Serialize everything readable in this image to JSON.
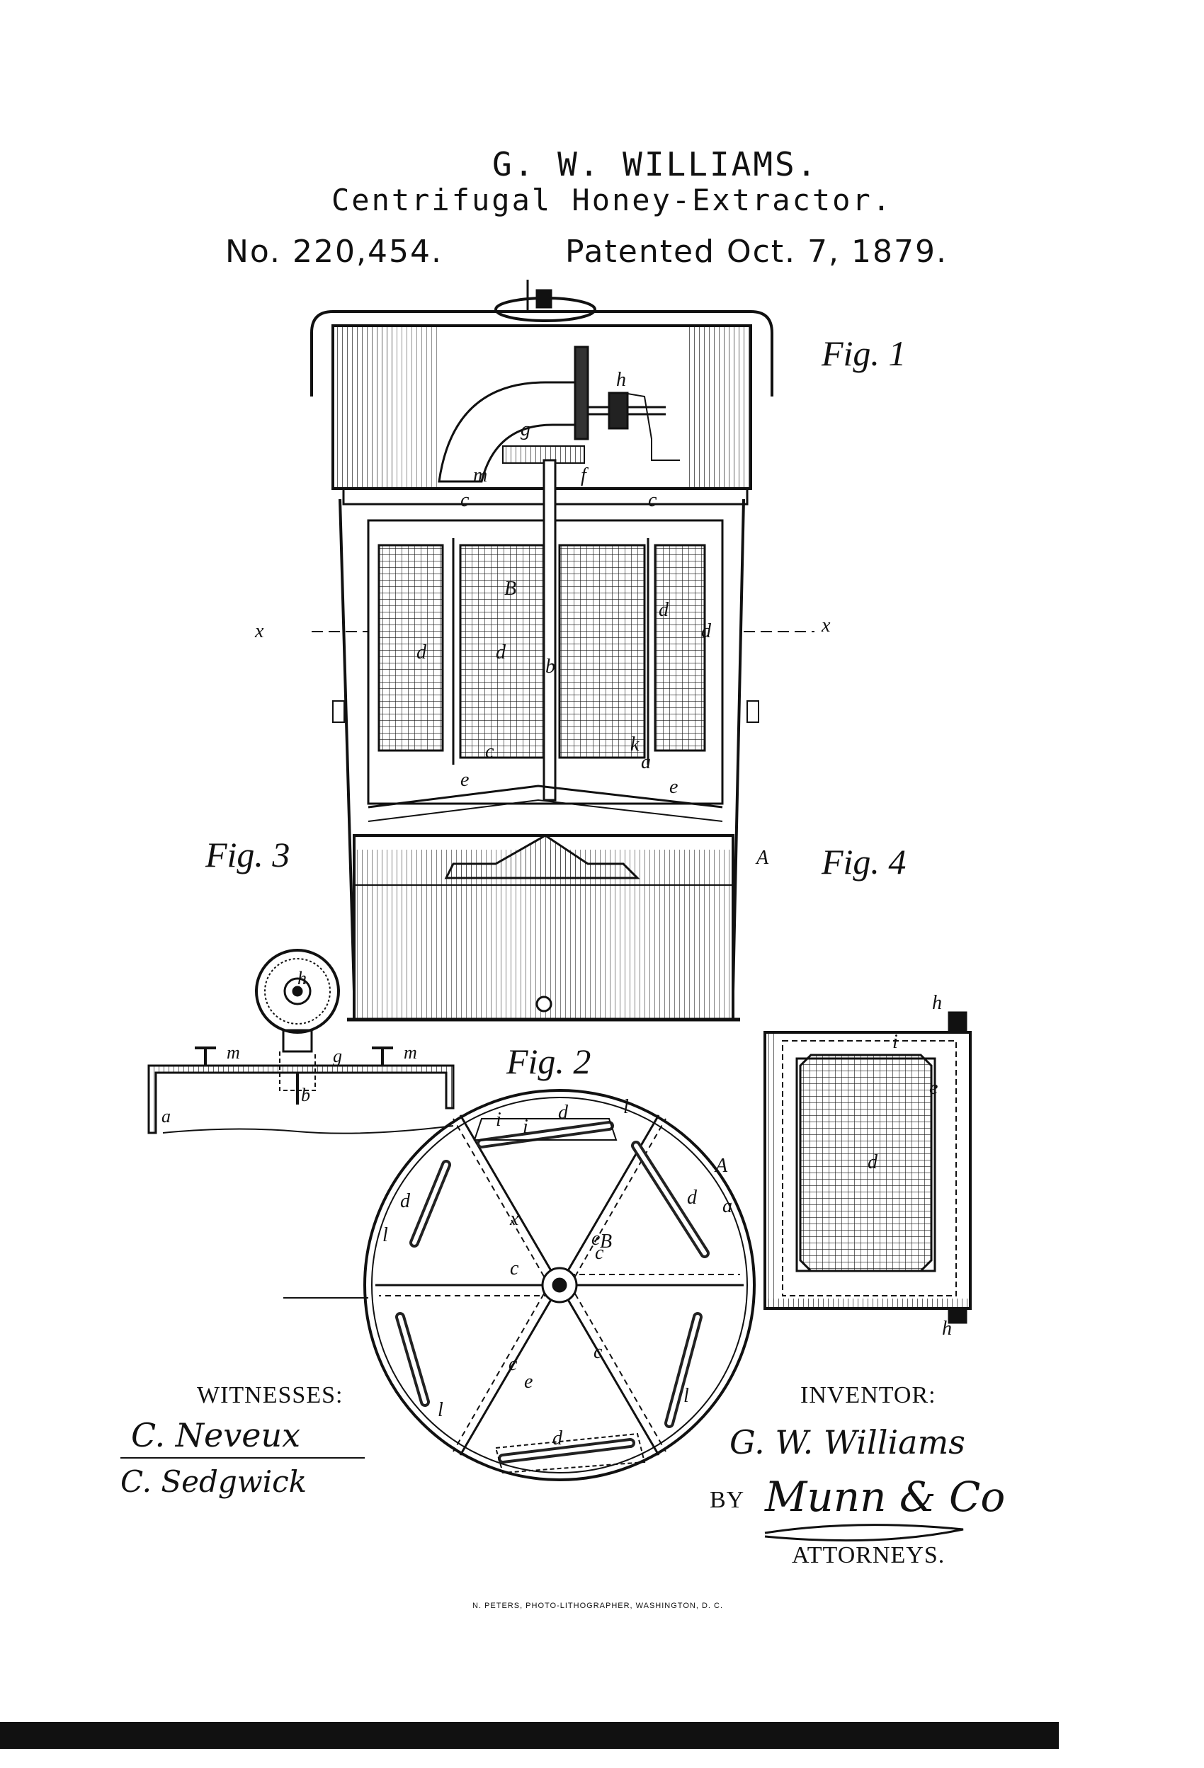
{
  "header": {
    "inventor_name": "G. W. WILLIAMS.",
    "title": "Centrifugal Honey-Extractor.",
    "patent_number": "No. 220,454.",
    "patent_date": "Patented Oct. 7, 1879."
  },
  "figures": {
    "fig1": "Fig. 1",
    "fig2": "Fig. 2",
    "fig3": "Fig. 3",
    "fig4": "Fig. 4"
  },
  "witnesses": {
    "heading": "WITNESSES:",
    "names": [
      "C. Neveux",
      "C. Sedgwick"
    ]
  },
  "inventor": {
    "heading": "INVENTOR:",
    "signature": "G. W. Williams",
    "by_label": "BY",
    "attorney_signature": "Munn & Co",
    "attorneys_label": "ATTORNEYS."
  },
  "footer": {
    "lithographer": "N. PETERS, PHOTO-LITHOGRAPHER, WASHINGTON, D. C."
  },
  "colors": {
    "ink": "#111111",
    "paper": "#ffffff"
  }
}
